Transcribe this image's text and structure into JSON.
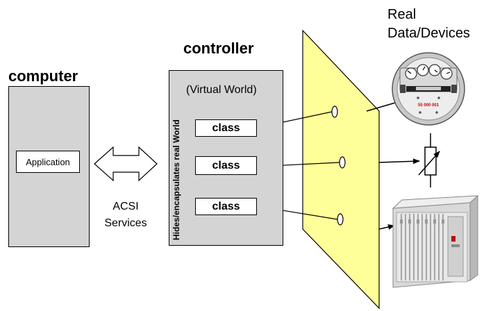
{
  "computer": {
    "title": "computer",
    "application_label": "Application"
  },
  "controller": {
    "title": "controller",
    "virtual_world_label": "(Virtual World)",
    "side_label": "Hides/encapsulates real World",
    "classes": [
      "class",
      "class",
      "class"
    ]
  },
  "acsi": {
    "line1": "ACSI",
    "line2": "Services"
  },
  "real": {
    "line1": "Real",
    "line2": "Data/Devices"
  },
  "meter": {
    "reading": "55 000 001"
  },
  "colors": {
    "box_fill": "#d4d4d4",
    "plane_fill": "#ffff99",
    "plane_stroke": "#000000"
  }
}
